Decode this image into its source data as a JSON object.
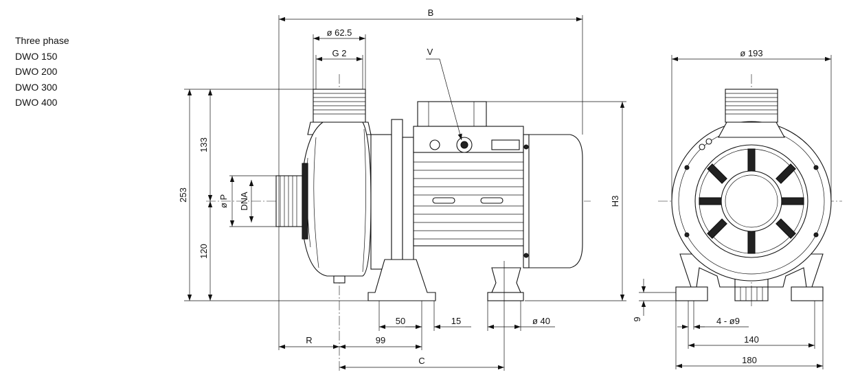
{
  "legend": {
    "lines": [
      "Three phase",
      "DWO 150",
      "DWO 200",
      "DWO 300",
      "DWO 400"
    ]
  },
  "dimensions": {
    "B": "B",
    "phi_62_5": "ø 62.5",
    "G2": "G 2",
    "V": "V",
    "d133": "133",
    "d253": "253",
    "d120": "120",
    "phiP": "ø P",
    "DNA": "DNA",
    "H3": "H3",
    "d50": "50",
    "d15": "15",
    "phi40": "ø 40",
    "R": "R",
    "d99": "99",
    "C": "C",
    "phi193": "ø 193",
    "d9": "9",
    "holes": "4 - ø9",
    "d140": "140",
    "d180": "180"
  }
}
